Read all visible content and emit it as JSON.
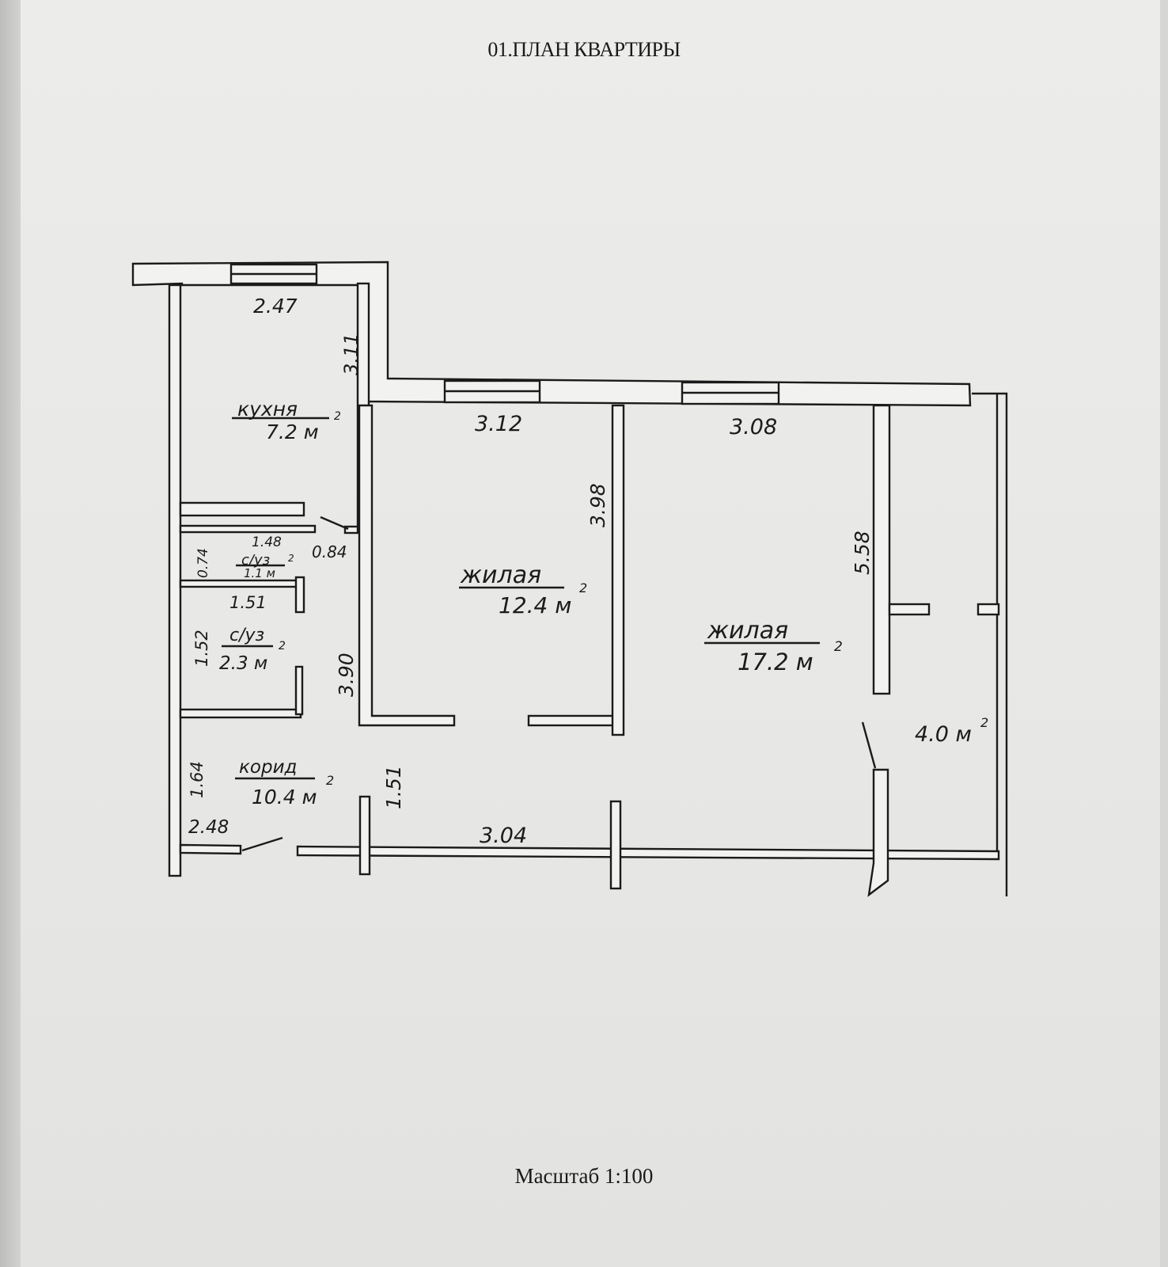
{
  "title": "01.ПЛАН КВАРТИРЫ",
  "scale": "Масштаб 1:100",
  "rooms": {
    "kitchen": {
      "name": "кухня",
      "area": "7.2 м",
      "sup": "2"
    },
    "wc_small": {
      "name": "с/уз",
      "area": "1.1 м",
      "sup": "2"
    },
    "wc": {
      "name": "с/уз",
      "area": "2.3 м",
      "sup": "2"
    },
    "corridor": {
      "name": "корид",
      "area": "10.4 м",
      "sup": "2"
    },
    "living1": {
      "name": "жилая",
      "area": "12.4 м",
      "sup": "2"
    },
    "living2": {
      "name": "жилая",
      "area": "17.2 м",
      "sup": "2"
    },
    "balcony": {
      "area": "4.0 м",
      "sup": "2"
    }
  },
  "dimensions": {
    "d_2_47": "2.47",
    "d_3_11": "3.11",
    "d_3_12": "3.12",
    "d_3_08": "3.08",
    "d_3_98": "3.98",
    "d_5_58": "5.58",
    "d_1_48": "1.48",
    "d_0_74": "0.74",
    "d_0_84": "0.84",
    "d_1_51_wc": "1.51",
    "d_1_52": "1.52",
    "d_3_90": "3.90",
    "d_1_64": "1.64",
    "d_1_51_corr": "1.51",
    "d_2_48": "2.48",
    "d_3_04": "3.04"
  }
}
